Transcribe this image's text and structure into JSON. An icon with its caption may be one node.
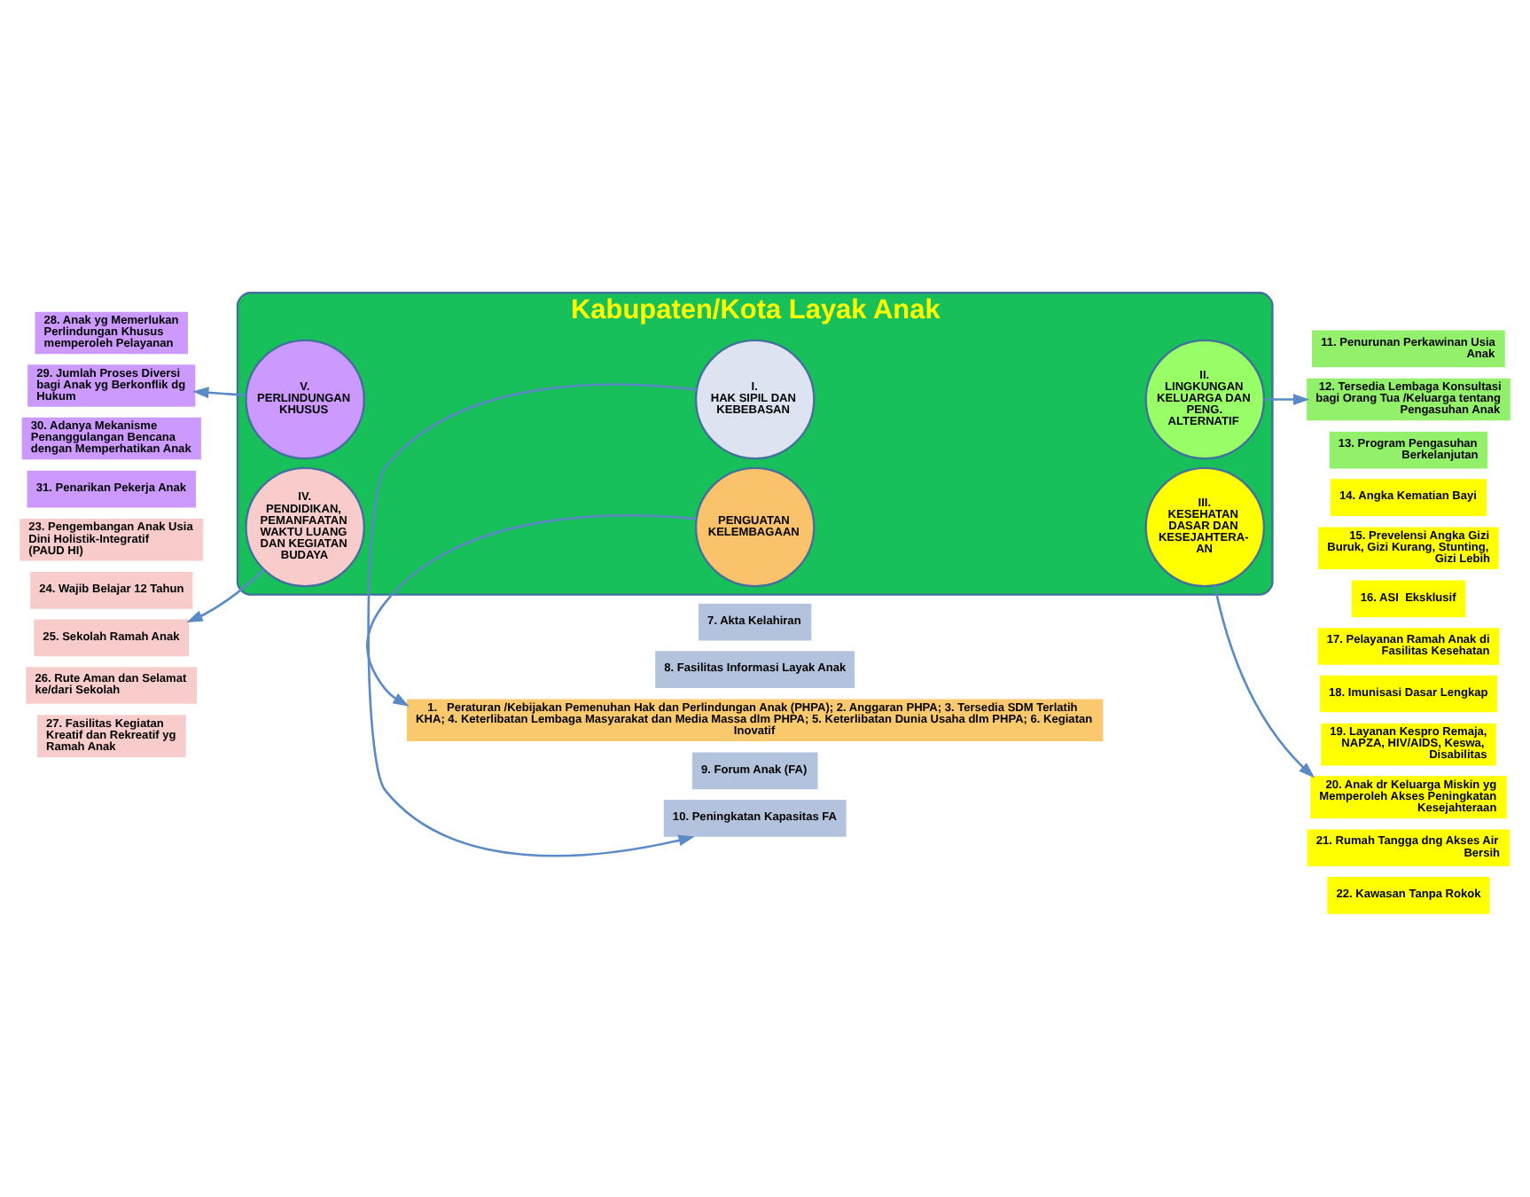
{
  "diagram": {
    "nodes": [
      {
        "text": [
          "Kabupaten/Kota Layak Anak"
        ]
      },
      {
        "text": [
          "I.",
          "HAK SIPIL DAN KEBEBASAN"
        ],
        "in": 0
      },
      {
        "text": [
          "II.",
          "LINGKUNGAN KELUARGA DAN PENG. ALTERNATIF"
        ],
        "in": 0
      },
      {
        "text": [
          "III.",
          "KESEHATAN DASAR DAN KESEJAHTERA- AN"
        ],
        "in": 0
      },
      {
        "text": [
          "IV.",
          "PENDIDIKAN, PEMANFAATAN WAKTU LUANG DAN KEGIATAN BUDAYA"
        ],
        "in": 0
      },
      {
        "text": [
          "V.",
          "PERLINDUNGAN KHUSUS"
        ],
        "in": 0
      },
      {
        "text": [
          "PENGUATAN KELEMBAGAAN"
        ],
        "in": 0
      },
      {
        "text": [
          "7. Akta Kelahiran"
        ]
      },
      {
        "text": [
          "8. Fasilitas Informasi Layak Anak"
        ]
      },
      {
        "text": [
          "9. Forum Anak (FA)"
        ]
      },
      {
        "text": [
          "10. Peningkatan Kapasitas FA"
        ]
      },
      {
        "text": [
          "11. Penurunan Perkawinan Usia Anak"
        ]
      },
      {
        "text": [
          "12. Tersedia Lembaga Konsultasi bagi Orang Tua /Keluarga tentang Pengasuhan Anak"
        ]
      },
      {
        "text": [
          "13. Program Pengasuhan Berkelanjutan"
        ]
      },
      {
        "text": [
          "14. Angka Kematian Bayi"
        ]
      },
      {
        "text": [
          "15. Prevelensi Angka Gizi Buruk, Gizi Kurang, Stunting, Gizi Lebih"
        ]
      },
      {
        "text": [
          "16. ASI  Eksklusif"
        ]
      },
      {
        "text": [
          "17. Pelayanan Ramah Anak di Fasilitas Kesehatan"
        ]
      },
      {
        "text": [
          "18. Imunisasi Dasar Lengkap"
        ]
      },
      {
        "text": [
          "19. Layanan Kespro Remaja, NAPZA, HIV/AIDS, Keswa, Disabilitas"
        ]
      },
      {
        "text": [
          "20. Anak dr Keluarga Miskin yg Memperoleh Akses Peningkatan Kesejahteraan"
        ]
      },
      {
        "text": [
          "21. Rumah Tangga dng Akses Air Bersih"
        ]
      },
      {
        "text": [
          "22. Kawasan Tanpa Rokok"
        ]
      },
      {
        "text": [
          "23. Pengembangan Anak Usia Dini Holistik-Integratif (PAUD HI)"
        ]
      },
      {
        "text": [
          "24. Wajib Belajar 12 Tahun"
        ]
      },
      {
        "text": [
          "25. Sekolah Ramah Anak"
        ]
      },
      {
        "text": [
          "26. Rute Aman dan Selamat ke/dari Sekolah"
        ]
      },
      {
        "text": [
          "27. Fasilitas Kegiatan Kreatif dan Rekreatif yg Ramah Anak"
        ]
      },
      {
        "text": [
          "28. Anak yg Memerlukan Perlindungan Khusus memperoleh Pelayanan"
        ]
      },
      {
        "text": [
          "29. Jumlah Proses Diversi bagi Anak yg Berkonflik dg Hukum"
        ]
      },
      {
        "text": [
          "30. Adanya Mekanisme Penanggulangan Bencana dengan Memperhatikan Anak"
        ]
      },
      {
        "text": [
          "31. Penarikan Pekerja Anak"
        ]
      },
      {
        "text": [
          "1.   Peraturan /Kebijakan Pemenuhan Hak dan Perlindungan Anak (PHPA); 2. Anggaran PHPA; 3. Tersedia SDM Terlatih KHA; 4. Keterlibatan Lembaga Masyarakat dan Media Massa dlm PHPA; 5. Keterlibatan Dunia Usaha dlm PHPA; 6. Kegiatan Inovatif"
        ]
      }
    ],
    "edges": [
      {
        "from": 1,
        "to": 10,
        "arrow": "to"
      },
      {
        "from": 2,
        "to": 12,
        "arrow": "to"
      },
      {
        "from": 3,
        "to": 20,
        "arrow": "to"
      },
      {
        "from": 4,
        "to": 25,
        "arrow": "to"
      },
      {
        "from": 5,
        "to": 29,
        "arrow": "to"
      },
      {
        "from": 6,
        "to": 32,
        "arrow": "to"
      }
    ]
  }
}
